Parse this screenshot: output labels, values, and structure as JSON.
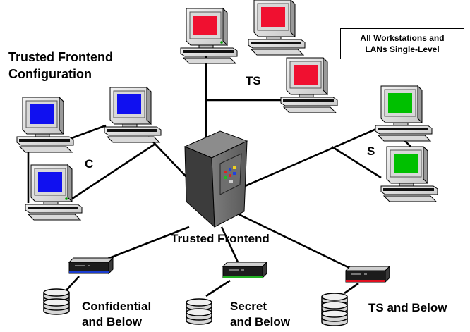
{
  "title": {
    "line1": "Trusted Frontend",
    "line2": "Configuration"
  },
  "legend": {
    "line1": "All Workstations  and",
    "line2": "LANs  Single-Level"
  },
  "lan_labels": {
    "c": "C",
    "ts": "TS",
    "s": "S"
  },
  "server_label": "Trusted Frontend",
  "storage": {
    "confidential": {
      "line1": "Confidential",
      "line2": "and Below",
      "accent": "#1a3cd0"
    },
    "secret": {
      "line1": "Secret",
      "line2": "and  Below",
      "accent": "#22b022"
    },
    "ts": {
      "line1": "TS and Below",
      "accent": "#e01020"
    }
  },
  "colors": {
    "confidential": "#1010f0",
    "secret": "#00c000",
    "top_secret": "#f01030"
  },
  "icons": {
    "workstation": "workstation-icon",
    "server": "server-tower-icon",
    "router": "network-device-icon",
    "disk": "disk-stack-icon"
  }
}
